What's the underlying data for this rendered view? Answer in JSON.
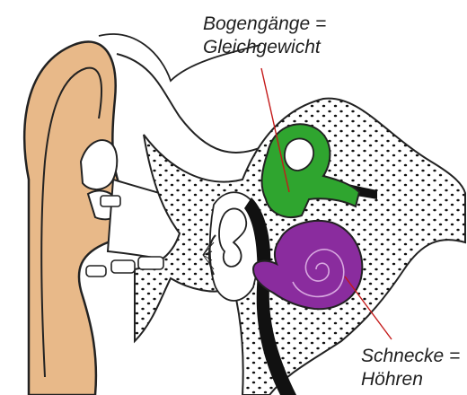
{
  "labels": {
    "balance_line1": "Bogengänge =",
    "balance_line2": "Gleichgewicht",
    "hearing_line1": "Schnecke =",
    "hearing_line2": "Höhren"
  },
  "colors": {
    "outer_ear": "#e8b989",
    "semicircular_canals": "#2fa52f",
    "cochlea": "#8a2c9e",
    "leader_line": "#c41a1a",
    "bone_dots": "#111111"
  }
}
